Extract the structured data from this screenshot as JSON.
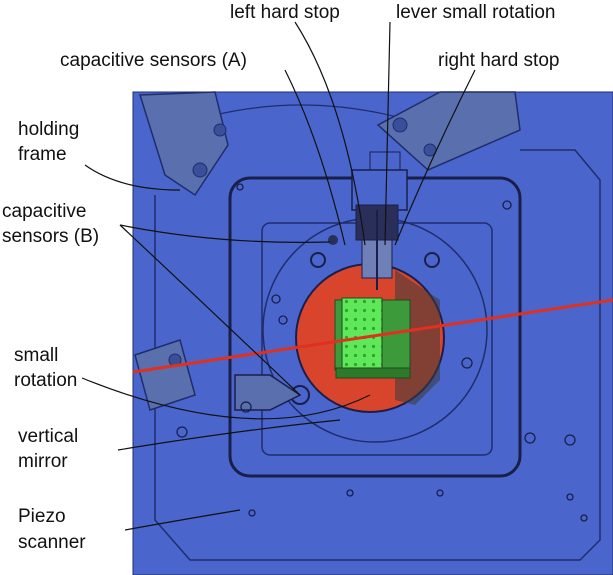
{
  "labels": {
    "left_hard_stop": "left hard stop",
    "lever_small_rotation": "lever small rotation",
    "capacitive_sensors_a": "capacitive sensors (A)",
    "right_hard_stop": "right hard stop",
    "holding_frame_1": "holding",
    "holding_frame_2": "frame",
    "capacitive_b_1": "capacitive",
    "capacitive_b_2": "sensors (B)",
    "small_rotation_1": "small",
    "small_rotation_2": "rotation",
    "vertical_mirror_1": "vertical",
    "vertical_mirror_2": "mirror",
    "piezo_scanner_1": "Piezo",
    "piezo_scanner_2": "scanner"
  },
  "colors": {
    "frame_blue": "#4a66cc",
    "frame_dark": "#1f2d6b",
    "laser_red": "#e03020",
    "mirror_green": "#4ee04a",
    "window_red": "#d9452c"
  }
}
